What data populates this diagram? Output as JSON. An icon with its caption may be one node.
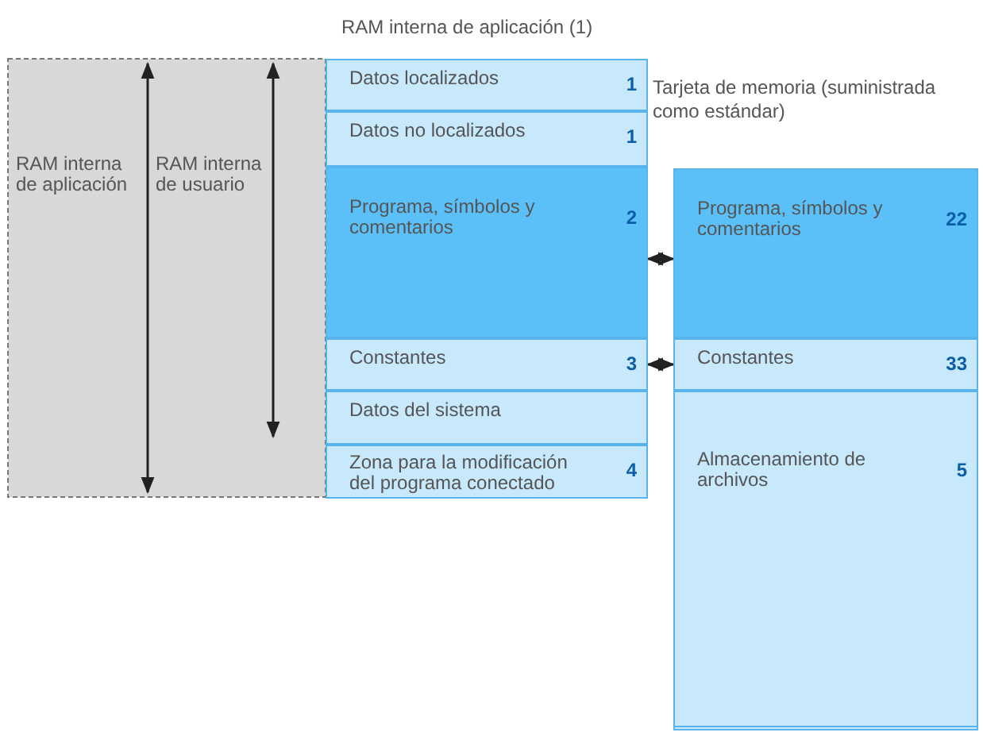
{
  "diagram": {
    "nodes": [
      {
        "text": [
          "RAM interna de aplicación (1)"
        ]
      },
      {
        "text": [
          "Datos localizados",
          "1"
        ],
        "in": 0
      },
      {
        "text": [
          "Datos no localizados",
          "1"
        ],
        "in": 0
      },
      {
        "text": [
          "Programa, símbolos y comentarios",
          "2"
        ],
        "in": 0
      },
      {
        "text": [
          "Constantes",
          "3"
        ],
        "in": 0
      },
      {
        "text": [
          "Datos del sistema"
        ],
        "in": 0
      },
      {
        "text": [
          "Zona para la modificación del programa conectado",
          "4"
        ],
        "in": 0
      },
      {
        "text": [
          "Tarjeta de memoria (suministrada como estándar)"
        ]
      },
      {
        "text": [
          "Programa, símbolos y comentarios",
          "22"
        ],
        "in": 7
      },
      {
        "text": [
          "Constantes",
          "33"
        ],
        "in": 7
      },
      {
        "text": [
          "Almacenamiento de archivos",
          "5"
        ],
        "in": 7
      }
    ],
    "edges": [
      {
        "from": 3,
        "to": 8,
        "arrow": "both"
      },
      {
        "from": 4,
        "to": 9,
        "arrow": "both"
      }
    ],
    "labels": [
      "RAM interna de aplicación",
      "RAM interna de usuario"
    ]
  }
}
